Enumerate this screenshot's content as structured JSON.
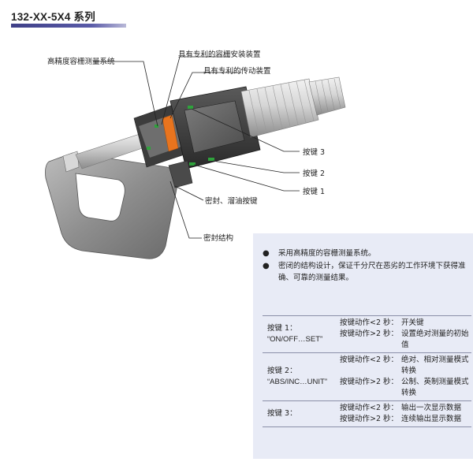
{
  "title": "132-XX-5X4 系列",
  "labels": {
    "grating": "高精度容栅测量系统",
    "mount": "具有专利的容栅安装装置",
    "drive": "具有专利的传动装置",
    "key3": "按键 3",
    "key2": "按键 2",
    "key1": "按键 1",
    "seal_oil": "密封、溜油按键",
    "seal_struct": "密封结构"
  },
  "bullets": [
    {
      "symbol": "●",
      "text": "采用高精度的容栅测量系统。"
    },
    {
      "symbol": "●",
      "text": "密闭的结构设计，保证千分尺在恶劣的工作环境下获得准确、可靠的测量结果。"
    }
  ],
  "keys": [
    {
      "name": "按键 1：",
      "code": "“ON/OFF…SET”",
      "actions": [
        {
          "action": "按键动作<2 秒：",
          "desc": "开关键"
        },
        {
          "action": "按键动作>2 秒：",
          "desc": "设置绝对测量的初始值"
        }
      ]
    },
    {
      "name": "按键 2：",
      "code": "“ABS/INC…UNIT”",
      "actions": [
        {
          "action": "按键动作<2 秒：",
          "desc": "绝对、相对测量模式转换"
        },
        {
          "action": "按键动作>2 秒：",
          "desc": "公制、英制测量模式转换"
        }
      ]
    },
    {
      "name": "按键 3：",
      "code": "",
      "actions": [
        {
          "action": "按键动作<2 秒：",
          "desc": "输出一次显示数据"
        },
        {
          "action": "按键动作>2 秒：",
          "desc": "连续输出显示数据"
        }
      ]
    }
  ]
}
